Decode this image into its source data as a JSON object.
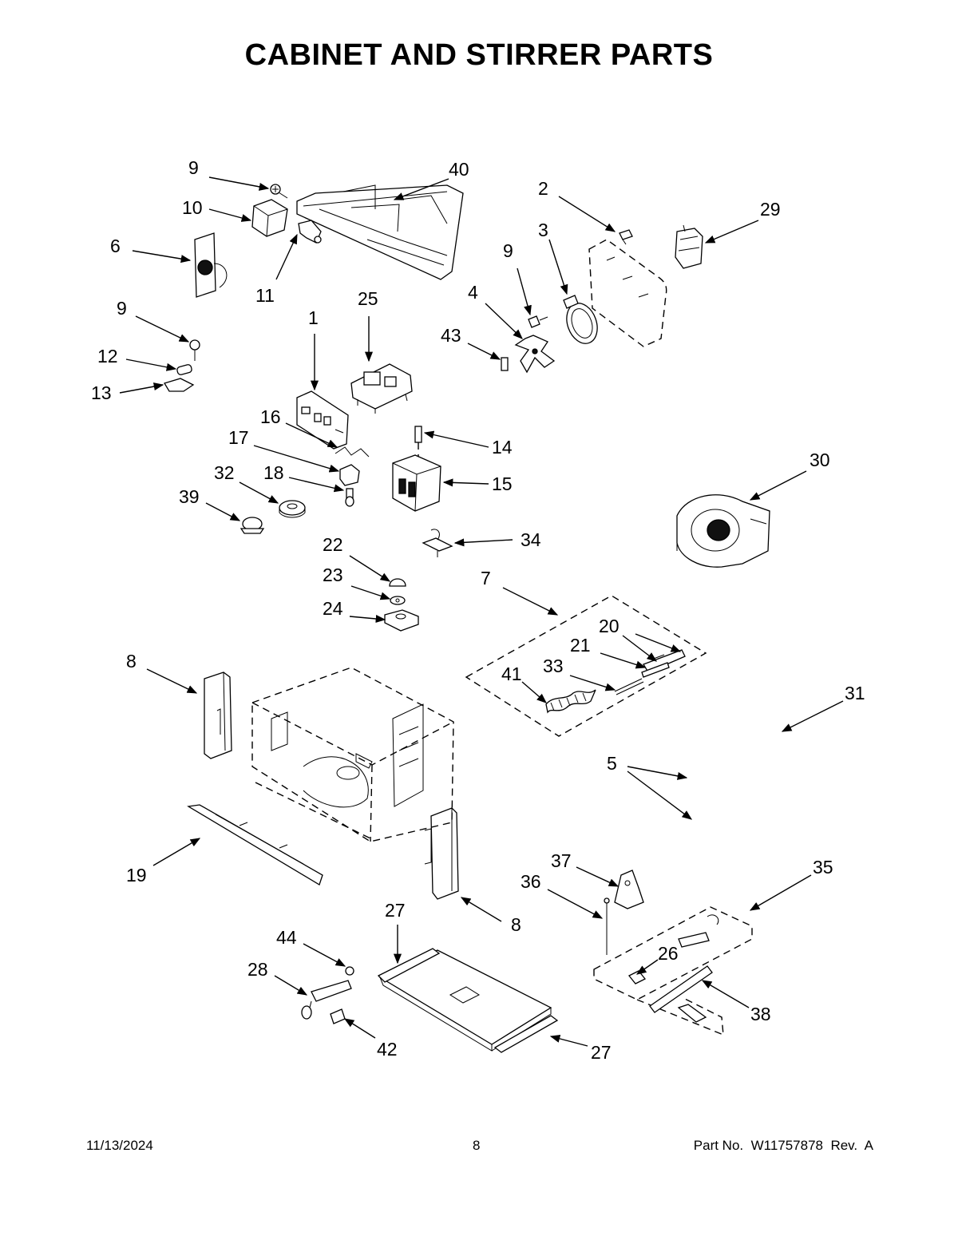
{
  "title": "CABINET AND STIRRER PARTS",
  "footer": {
    "date": "11/13/2024",
    "page": "8",
    "part_number": "Part No.  W11757878  Rev.  A"
  },
  "callouts": [
    {
      "id": "c9a",
      "label": "9"
    },
    {
      "id": "c40",
      "label": "40"
    },
    {
      "id": "c10",
      "label": "10"
    },
    {
      "id": "c6",
      "label": "6"
    },
    {
      "id": "c11",
      "label": "11"
    },
    {
      "id": "c2",
      "label": "2"
    },
    {
      "id": "c29",
      "label": "29"
    },
    {
      "id": "c3",
      "label": "3"
    },
    {
      "id": "c9b",
      "label": "9"
    },
    {
      "id": "c25",
      "label": "25"
    },
    {
      "id": "c1",
      "label": "1"
    },
    {
      "id": "c9c",
      "label": "9"
    },
    {
      "id": "c4",
      "label": "4"
    },
    {
      "id": "c43",
      "label": "43"
    },
    {
      "id": "c12",
      "label": "12"
    },
    {
      "id": "c13",
      "label": "13"
    },
    {
      "id": "c16",
      "label": "16"
    },
    {
      "id": "c17",
      "label": "17"
    },
    {
      "id": "c14",
      "label": "14"
    },
    {
      "id": "c32",
      "label": "32"
    },
    {
      "id": "c18",
      "label": "18"
    },
    {
      "id": "c15",
      "label": "15"
    },
    {
      "id": "c30",
      "label": "30"
    },
    {
      "id": "c39",
      "label": "39"
    },
    {
      "id": "c34",
      "label": "34"
    },
    {
      "id": "c22",
      "label": "22"
    },
    {
      "id": "c7",
      "label": "7"
    },
    {
      "id": "c23",
      "label": "23"
    },
    {
      "id": "c24",
      "label": "24"
    },
    {
      "id": "c20",
      "label": "20"
    },
    {
      "id": "c21",
      "label": "21"
    },
    {
      "id": "c8a",
      "label": "8"
    },
    {
      "id": "c33",
      "label": "33"
    },
    {
      "id": "c41",
      "label": "41"
    },
    {
      "id": "c31",
      "label": "31"
    },
    {
      "id": "c5",
      "label": "5"
    },
    {
      "id": "c19",
      "label": "19"
    },
    {
      "id": "c37",
      "label": "37"
    },
    {
      "id": "c35",
      "label": "35"
    },
    {
      "id": "c36",
      "label": "36"
    },
    {
      "id": "c27a",
      "label": "27"
    },
    {
      "id": "c8b",
      "label": "8"
    },
    {
      "id": "c44",
      "label": "44"
    },
    {
      "id": "c26",
      "label": "26"
    },
    {
      "id": "c28",
      "label": "28"
    },
    {
      "id": "c38",
      "label": "38"
    },
    {
      "id": "c42",
      "label": "42"
    },
    {
      "id": "c27b",
      "label": "27"
    }
  ]
}
